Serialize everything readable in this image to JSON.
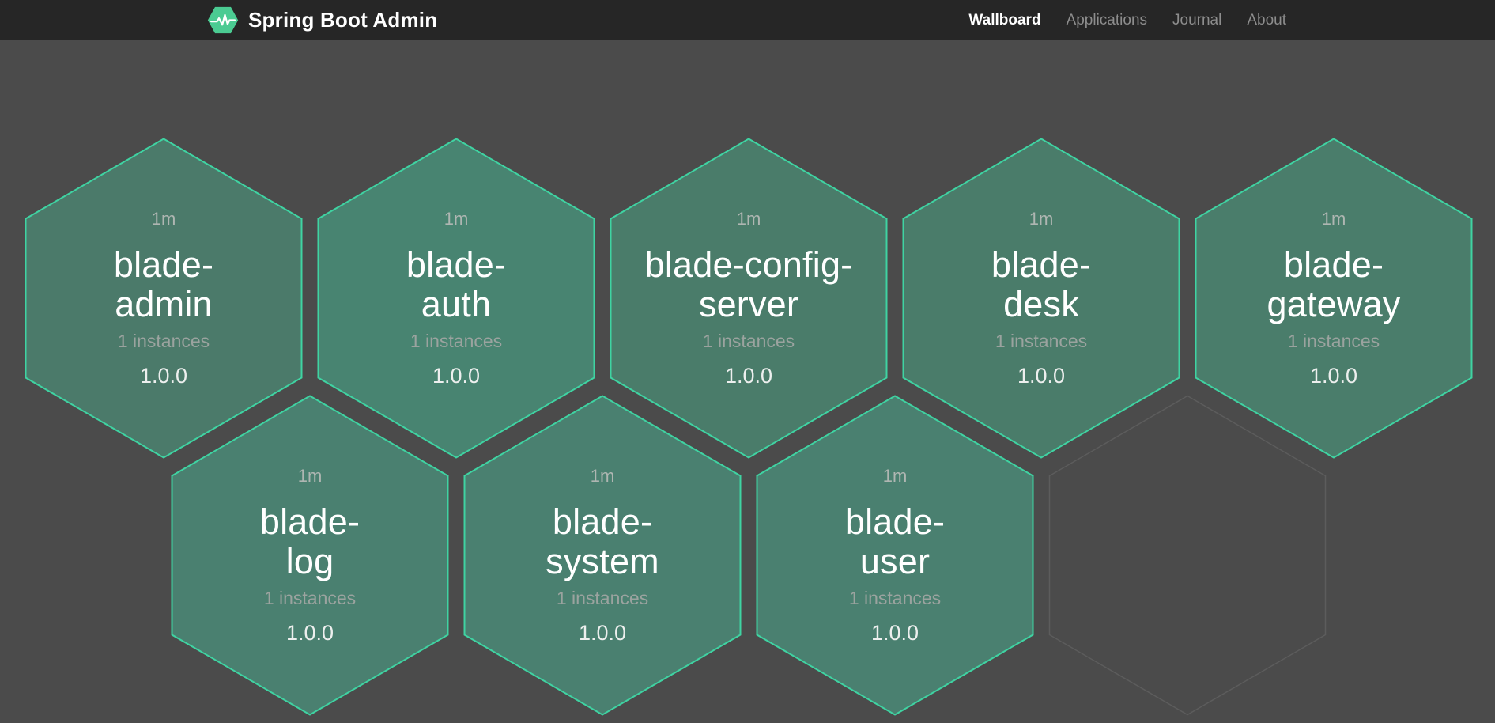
{
  "header": {
    "brand": "Spring Boot Admin",
    "logo_icon": "pulse-hexagon-icon",
    "nav": [
      {
        "label": "Wallboard",
        "active": true
      },
      {
        "label": "Applications",
        "active": false
      },
      {
        "label": "Journal",
        "active": false
      },
      {
        "label": "About",
        "active": false
      }
    ]
  },
  "colors": {
    "header_bg": "#262626",
    "page_bg": "#4B4B4B",
    "hex_border": "#3FD3A2",
    "empty_hex_border": "#5C5C5C",
    "brand_green": "#4BCB92",
    "active_nav": "#FFFFFF",
    "inactive_nav": "#8D8D8D"
  },
  "wallboard": {
    "tiles": [
      {
        "type": "app",
        "name": "blade-admin",
        "name_lines": [
          "blade-",
          "admin"
        ],
        "uptime": "1m",
        "instances": "1 instances",
        "version": "1.0.0",
        "fill": "#4B7A6A"
      },
      {
        "type": "app",
        "name": "blade-auth",
        "name_lines": [
          "blade-",
          "auth"
        ],
        "uptime": "1m",
        "instances": "1 instances",
        "version": "1.0.0",
        "fill": "#488471"
      },
      {
        "type": "app",
        "name": "blade-config-server",
        "name_lines": [
          "blade-config-",
          "server"
        ],
        "uptime": "1m",
        "instances": "1 instances",
        "version": "1.0.0",
        "fill": "#4A7C6A"
      },
      {
        "type": "app",
        "name": "blade-desk",
        "name_lines": [
          "blade-",
          "desk"
        ],
        "uptime": "1m",
        "instances": "1 instances",
        "version": "1.0.0",
        "fill": "#4A7C6A"
      },
      {
        "type": "app",
        "name": "blade-gateway",
        "name_lines": [
          "blade-",
          "gateway"
        ],
        "uptime": "1m",
        "instances": "1 instances",
        "version": "1.0.0",
        "fill": "#4A7D6B"
      },
      {
        "type": "app",
        "name": "blade-log",
        "name_lines": [
          "blade-",
          "log"
        ],
        "uptime": "1m",
        "instances": "1 instances",
        "version": "1.0.0",
        "fill": "#4A8070"
      },
      {
        "type": "app",
        "name": "blade-system",
        "name_lines": [
          "blade-",
          "system"
        ],
        "uptime": "1m",
        "instances": "1 instances",
        "version": "1.0.0",
        "fill": "#4A8070"
      },
      {
        "type": "app",
        "name": "blade-user",
        "name_lines": [
          "blade-",
          "user"
        ],
        "uptime": "1m",
        "instances": "1 instances",
        "version": "1.0.0",
        "fill": "#4A8070"
      },
      {
        "type": "empty"
      }
    ]
  }
}
